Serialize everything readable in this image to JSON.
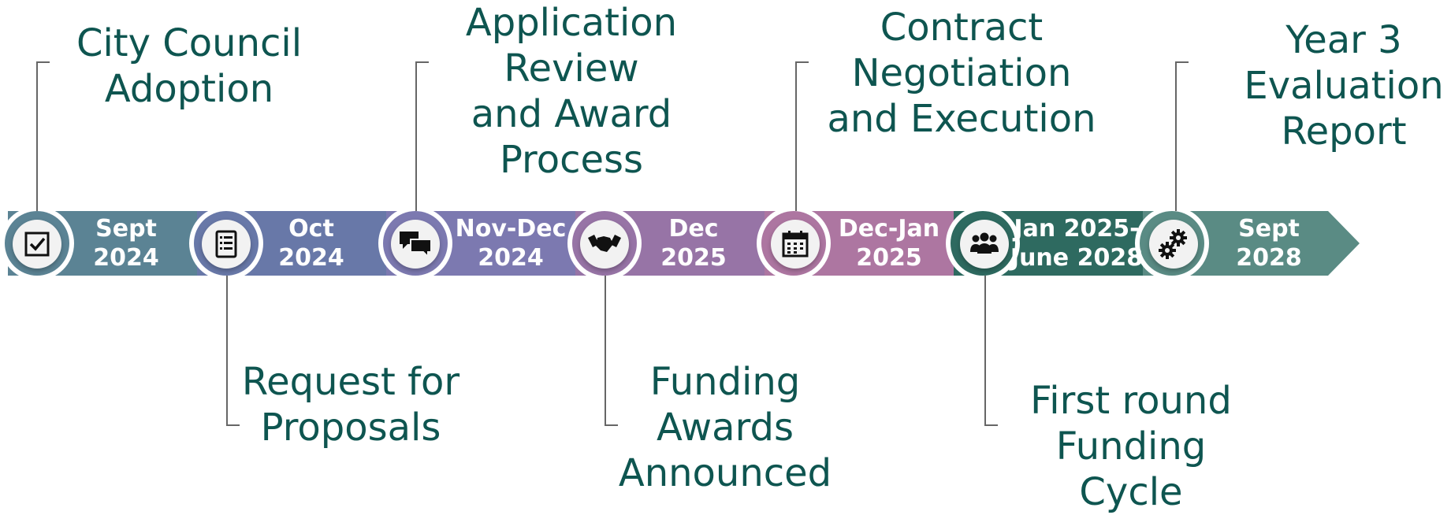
{
  "colors": {
    "text": "#0e5550",
    "leader": "#666666",
    "ring": "#ffffff"
  },
  "milestones": [
    {
      "date": "Sept\n2024",
      "label": "City Council\nAdoption",
      "color": "#5b8394",
      "icon": "checkbox-icon"
    },
    {
      "date": "Oct\n2024",
      "label": "Request for\nProposals",
      "color": "#6878a8",
      "icon": "checklist-icon"
    },
    {
      "date": "Nov-Dec\n2024",
      "label": "Application\nReview\nand Award\nProcess",
      "color": "#7c79b0",
      "icon": "chat-icon"
    },
    {
      "date": "Dec\n2025",
      "label": "Funding\nAwards\nAnnounced",
      "color": "#9774a6",
      "icon": "handshake-icon"
    },
    {
      "date": "Dec-Jan\n2025",
      "label": "Contract\nNegotiation\nand Execution",
      "color": "#ad76a1",
      "icon": "calendar-icon"
    },
    {
      "date": "Jan 2025-\nJune 2028",
      "label": "First round\nFunding\nCycle",
      "color": "#2e6a60",
      "icon": "people-icon"
    },
    {
      "date": "Sept\n2028",
      "label": "Year 3\nEvaluation\nReport",
      "color": "#5a8b84",
      "icon": "gears-icon"
    }
  ]
}
